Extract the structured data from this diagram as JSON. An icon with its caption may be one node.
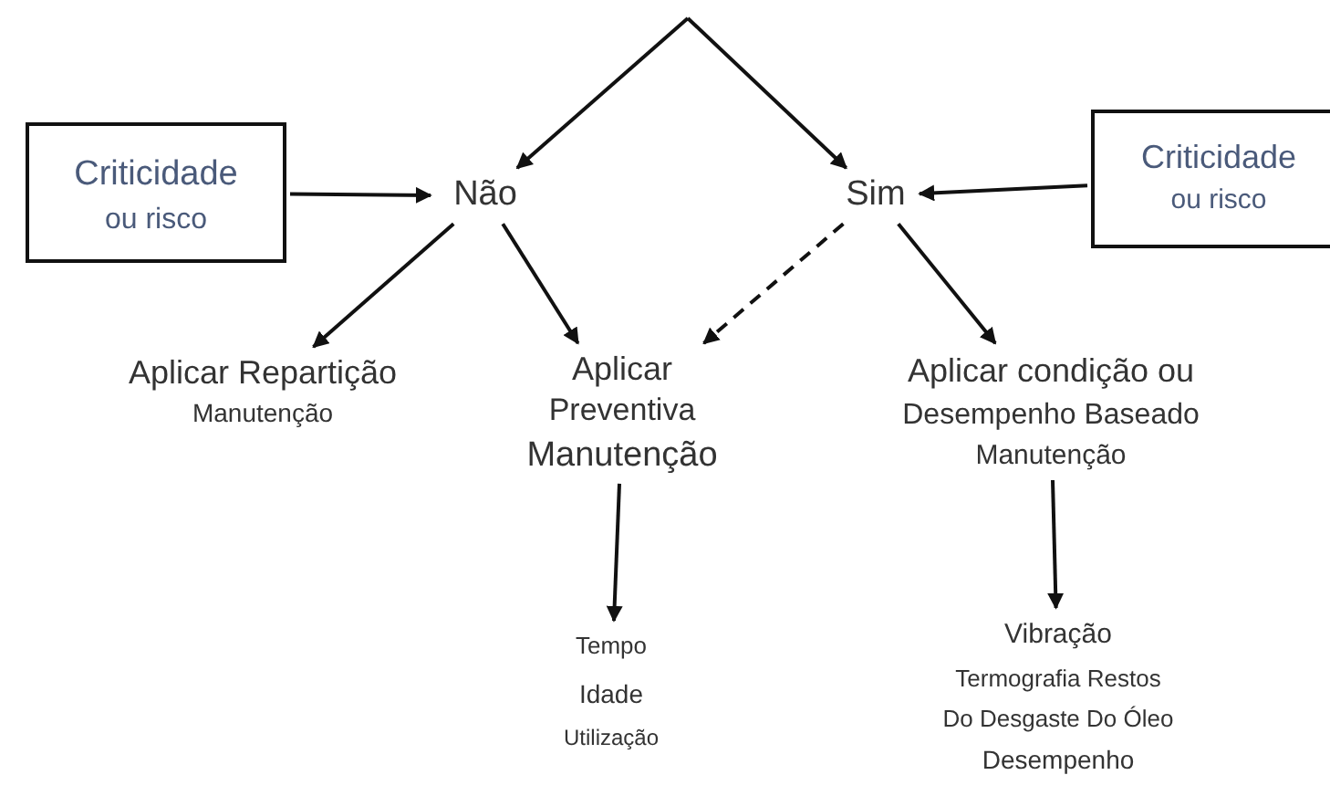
{
  "diagram": {
    "nodes": [
      {
        "text": [
          "Criticidade",
          "ou risco"
        ]
      },
      {
        "text": [
          "Não"
        ]
      },
      {
        "text": [
          "Sim"
        ]
      },
      {
        "text": [
          "Criticidade",
          "ou risco"
        ]
      },
      {
        "text": [
          "Aplicar Repartição",
          "Manutenção"
        ]
      },
      {
        "text": [
          "Aplicar",
          "Preventiva",
          "Manutenção"
        ]
      },
      {
        "text": [
          "Aplicar condição ou",
          "Desempenho Baseado",
          "Manutenção"
        ]
      },
      {
        "text": [
          "Tempo",
          "Idade",
          "Utilização"
        ]
      },
      {
        "text": [
          "Vibração",
          "Termografia Restos",
          "Do Desgaste Do Óleo",
          "Desempenho"
        ]
      }
    ],
    "edges": [
      {
        "from": null,
        "to": 1,
        "arrow": "to"
      },
      {
        "from": null,
        "to": 2,
        "arrow": "to"
      },
      {
        "from": 0,
        "to": 1,
        "arrow": "to"
      },
      {
        "from": 3,
        "to": 2,
        "arrow": "to"
      },
      {
        "from": 1,
        "to": 4,
        "arrow": "to"
      },
      {
        "from": 1,
        "to": 5,
        "arrow": "to"
      },
      {
        "from": 2,
        "to": 5,
        "arrow": "to",
        "style": "dashed"
      },
      {
        "from": 2,
        "to": 6,
        "arrow": "to"
      },
      {
        "from": 5,
        "to": 7,
        "arrow": "to"
      },
      {
        "from": 6,
        "to": 8,
        "arrow": "to"
      }
    ]
  }
}
